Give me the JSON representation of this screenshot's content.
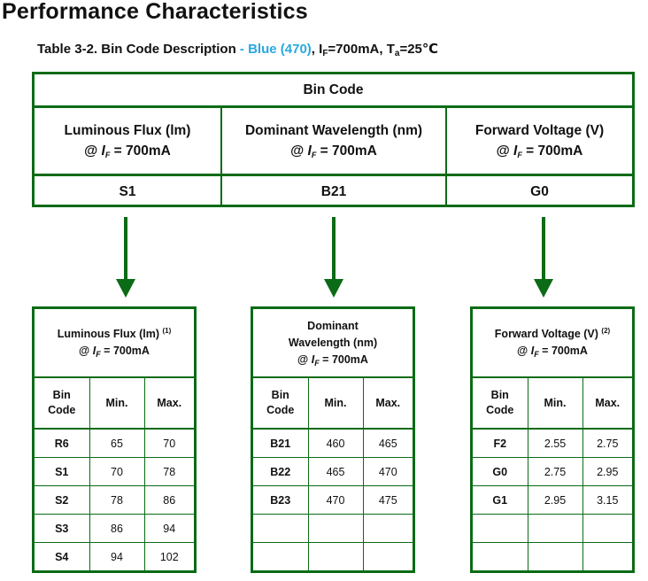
{
  "page": {
    "title": "Performance Characteristics",
    "caption": {
      "prefix": "Table 3-2. Bin Code Description",
      "highlight": " - Blue (470)",
      "cond_if": ", I",
      "cond_if_sub": "F",
      "cond_if_val": "=700mA, T",
      "cond_ta_sub": "a",
      "cond_ta_val": "=25℃"
    },
    "accent_color": "#0b6b16",
    "highlight_color": "#2aa8e0"
  },
  "summary": {
    "header": "Bin Code",
    "cond_at": "@ ",
    "cond_i": "I",
    "cond_sub": "F",
    "cond_val": " = 700mA",
    "columns": [
      {
        "label": "Luminous Flux (lm)",
        "value": "S1"
      },
      {
        "label": "Dominant Wavelength (nm)",
        "value": "B21"
      },
      {
        "label": "Forward Voltage (V)",
        "value": "G0"
      }
    ]
  },
  "bins": {
    "col_bin": "Bin",
    "col_code": "Code",
    "col_min": "Min.",
    "col_max": "Max.",
    "flux": {
      "title": "Luminous Flux (lm)",
      "note": "(1)",
      "rows": [
        {
          "code": "R6",
          "min": "65",
          "max": "70"
        },
        {
          "code": "S1",
          "min": "70",
          "max": "78"
        },
        {
          "code": "S2",
          "min": "78",
          "max": "86"
        },
        {
          "code": "S3",
          "min": "86",
          "max": "94"
        },
        {
          "code": "S4",
          "min": "94",
          "max": "102"
        }
      ]
    },
    "wavelength": {
      "title_line1": "Dominant",
      "title_line2": "Wavelength (nm)",
      "rows": [
        {
          "code": "B21",
          "min": "460",
          "max": "465"
        },
        {
          "code": "B22",
          "min": "465",
          "max": "470"
        },
        {
          "code": "B23",
          "min": "470",
          "max": "475"
        },
        {
          "code": "",
          "min": "",
          "max": ""
        },
        {
          "code": "",
          "min": "",
          "max": ""
        }
      ]
    },
    "voltage": {
      "title": "Forward Voltage (V)",
      "note": "(2)",
      "rows": [
        {
          "code": "F2",
          "min": "2.55",
          "max": "2.75"
        },
        {
          "code": "G0",
          "min": "2.75",
          "max": "2.95"
        },
        {
          "code": "G1",
          "min": "2.95",
          "max": "3.15"
        },
        {
          "code": "",
          "min": "",
          "max": ""
        },
        {
          "code": "",
          "min": "",
          "max": ""
        }
      ]
    }
  }
}
